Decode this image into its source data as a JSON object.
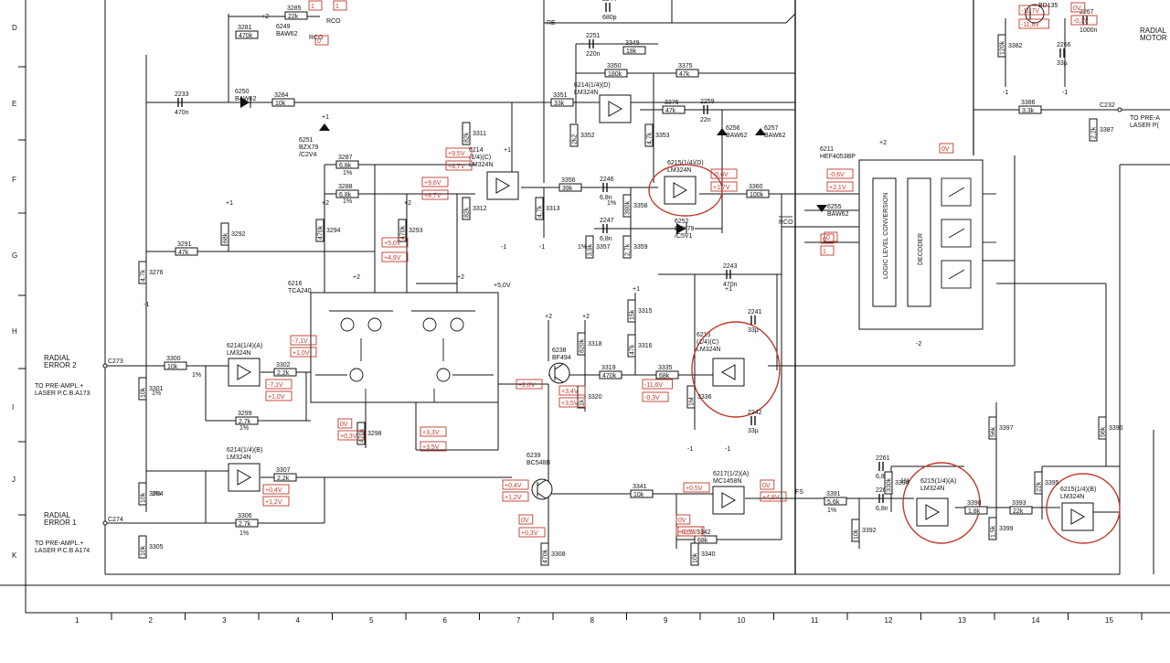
{
  "colors": {
    "ink": "#111111",
    "annotation": "#c0392b",
    "paper": "#ffffff"
  },
  "grid": {
    "rows": [
      "D",
      "E",
      "F",
      "G",
      "H",
      "I",
      "J",
      "K"
    ],
    "cols": [
      "1",
      "2",
      "3",
      "4",
      "5",
      "6",
      "7",
      "8",
      "9",
      "10",
      "11",
      "12",
      "13",
      "14",
      "15"
    ]
  },
  "connectors": {
    "radial_error_2": "RADIAL\nERROR 2",
    "to_preampl_a173": "TO PRE-AMPL.+\nLASER P.C.B.A173",
    "radial_error_1": "RADIAL\nERROR 1",
    "to_preampl_a174": "TO PRE-AMPL.+\nLASER P.C.B A174",
    "radial_motor": "RADIAL\nMOTOR",
    "to_preampl_right": "TO PRE-A\nLASER P(",
    "c273": "C273",
    "c274": "C274",
    "c232": "C232"
  },
  "ics": {
    "u6214a": "6214(1/4)(A)\nLM324N",
    "u6214b": "6214(1/4)(B)\nLM324N",
    "u6214c": "6214\n(1/4)(C)\nLM324N",
    "u6214d": "6214(1/4)(D)\nLM324N",
    "u6215d": "6215(1/4)(D)\nLM324N",
    "u6215c": "6215\n(1/4)(C)\nLM324N",
    "u6215a": "6215(1/4)(A)\nLM324N",
    "u6215b": "6215(1/4)(B)\nLM324N",
    "u6217a": "6217(1/2)(A)\nMC1458N",
    "u6216": "6216\nTCA240",
    "u6211": "6211\nHEF4053BP",
    "logic_level": "LOGIC LEVEL CONVERSION",
    "decoder": "DECODER"
  },
  "transistors": {
    "t6238": "6238\nBF494",
    "t6239": "6239\nBC548B",
    "bd135": "BD135"
  },
  "diodes": {
    "d6250": "6250\nBAW62",
    "d6249": "6249\nBAW62",
    "d6251": "6251\nBZX79\n/C2V4",
    "d6252": "6252\nBZX79\n/C5V1",
    "d6255": "6255\nBAW62",
    "d6256": "6256\nBAW62",
    "d6257": "6257\nBAW62"
  },
  "components": [
    {
      "ref": "3281",
      "value": "470k"
    },
    {
      "ref": "3285",
      "value": "22k"
    },
    {
      "ref": "3284",
      "value": "10k"
    },
    {
      "ref": "2233",
      "value": "470n"
    },
    {
      "ref": "3287",
      "value": "6,8k"
    },
    {
      "ref": "3288",
      "value": "6,8k"
    },
    {
      "ref": "3311",
      "value": "82k"
    },
    {
      "ref": "3312",
      "value": "82k"
    },
    {
      "ref": "3313",
      "value": "4,7k"
    },
    {
      "ref": "3356",
      "value": "39k"
    },
    {
      "ref": "2246",
      "value": "6,8n"
    },
    {
      "ref": "2247",
      "value": "6,8n"
    },
    {
      "ref": "3357",
      "value": "3,9k"
    },
    {
      "ref": "3358",
      "value": "390k"
    },
    {
      "ref": "3359",
      "value": "2,7k"
    },
    {
      "ref": "3351",
      "value": "33k"
    },
    {
      "ref": "3352",
      "value": "2k2"
    },
    {
      "ref": "3350",
      "value": "180k"
    },
    {
      "ref": "3349",
      "value": "18k"
    },
    {
      "ref": "2251",
      "value": "220n"
    },
    {
      "ref": "2244",
      "value": "680p"
    },
    {
      "ref": "3375",
      "value": "47k"
    },
    {
      "ref": "3376",
      "value": "47k"
    },
    {
      "ref": "2259",
      "value": "22n"
    },
    {
      "ref": "3353",
      "value": "4,7k"
    },
    {
      "ref": "3360",
      "value": "100k"
    },
    {
      "ref": "3294",
      "value": "470k"
    },
    {
      "ref": "3293",
      "value": "470k"
    },
    {
      "ref": "3292",
      "value": "68k"
    },
    {
      "ref": "3291",
      "value": "47k"
    },
    {
      "ref": "3276",
      "value": "4,7k"
    },
    {
      "ref": "3300",
      "value": "10k"
    },
    {
      "ref": "3301",
      "value": "10k"
    },
    {
      "ref": "3302",
      "value": "2,2k"
    },
    {
      "ref": "3299",
      "value": "2,7k"
    },
    {
      "ref": "3298",
      "value": "470k"
    },
    {
      "ref": "3304",
      "value": "10k"
    },
    {
      "ref": "3305",
      "value": "10k"
    },
    {
      "ref": "3306",
      "value": "2,7k"
    },
    {
      "ref": "3307",
      "value": "2,2k"
    },
    {
      "ref": "3308",
      "value": "470k"
    },
    {
      "ref": "3318",
      "value": "820k"
    },
    {
      "ref": "3319",
      "value": "470k"
    },
    {
      "ref": "3320",
      "value": "1k"
    },
    {
      "ref": "3315",
      "value": "15k"
    },
    {
      "ref": "3316",
      "value": "47k"
    },
    {
      "ref": "3335",
      "value": "68k"
    },
    {
      "ref": "3336",
      "value": "1M"
    },
    {
      "ref": "2243",
      "value": "470n"
    },
    {
      "ref": "2241",
      "value": "33µ"
    },
    {
      "ref": "2242",
      "value": "33µ"
    },
    {
      "ref": "3341",
      "value": "10k"
    },
    {
      "ref": "3342",
      "value": "68k"
    },
    {
      "ref": "3340",
      "value": "10k"
    },
    {
      "ref": "3391",
      "value": "5,6k"
    },
    {
      "ref": "3392",
      "value": "10k"
    },
    {
      "ref": "2261",
      "value": "6,8n"
    },
    {
      "ref": "2262",
      "value": "6,8n"
    },
    {
      "ref": "3394",
      "value": "330k"
    },
    {
      "ref": "3398",
      "value": "1,8k"
    },
    {
      "ref": "3393",
      "value": "22k"
    },
    {
      "ref": "3399",
      "value": "1,5k"
    },
    {
      "ref": "3397",
      "value": "56k"
    },
    {
      "ref": "3395",
      "value": "22k"
    },
    {
      "ref": "3396",
      "value": "56k"
    },
    {
      "ref": "3382",
      "value": "120k"
    },
    {
      "ref": "2266",
      "value": "33µ"
    },
    {
      "ref": "2267",
      "value": "1000n"
    },
    {
      "ref": "3386",
      "value": "3,3k"
    },
    {
      "ref": "3387",
      "value": "2,2k"
    }
  ],
  "nets": {
    "re": "RE",
    "rco": "RCO",
    "rco_bar": "RCO",
    "fs": "FS",
    "plus2": "+2",
    "plus1": "+1",
    "minus1": "-1",
    "minus2": "-2",
    "plus5v": "+5,0V",
    "tol1": "1%"
  },
  "voltages": {
    "v_rco_1": "1",
    "v_rco_0": "0",
    "v_rco_0b": "0",
    "v_rco_1b": "1",
    "v_3311a": "+9,5V",
    "v_3311b": "+8,7V",
    "v_3288a": "+9,6V",
    "v_3288b": "+8,7V",
    "v_3293a": "+5,0V",
    "v_3293b": "+4,9V",
    "v_6214a_out1": "-7,1V",
    "v_6214a_out2": "+1,0V",
    "v_6214a_in1": "-7,1V",
    "v_6214a_in2": "+1,0V",
    "v_3298a": "0V",
    "v_3298b": "+0,3V",
    "v_6216_out": "+2,8V",
    "v_6216a": "+3,3V",
    "v_6216b": "+3,5V",
    "v_6238a": "+3,4V",
    "v_6238b": "+3,5V",
    "v_3336a": "-11,6V",
    "v_3336b": "-0,3V",
    "v_6215d_a": "-0,6V",
    "v_6215d_b": "+1,7V",
    "v_6211_a": "-0,6V",
    "v_6211_b": "+2,1V",
    "v_6211_0": "0",
    "v_6211_1": "1",
    "v_6214b_a": "+0,4V",
    "v_6214b_b": "+1,2V",
    "v_6239_a": "+0,4V",
    "v_6239_b": "+1,2V",
    "v_3308_a": "0V",
    "v_3308_b": "+0,3V",
    "v_6217_in_a": "+0,5V",
    "v_6217_in_b": "+0,5V",
    "v_6217_out_a": "0V",
    "v_6217_out_b": "+4,8V",
    "v_3340_a": "0V",
    "v_3340_b": "+0,5V",
    "v_bd135_a": "-11,7V",
    "v_bd135_b": "-11,6V",
    "v_bd135_c": "0V",
    "v_bd135_d": "-0,3V",
    "v_0v": "0V"
  }
}
